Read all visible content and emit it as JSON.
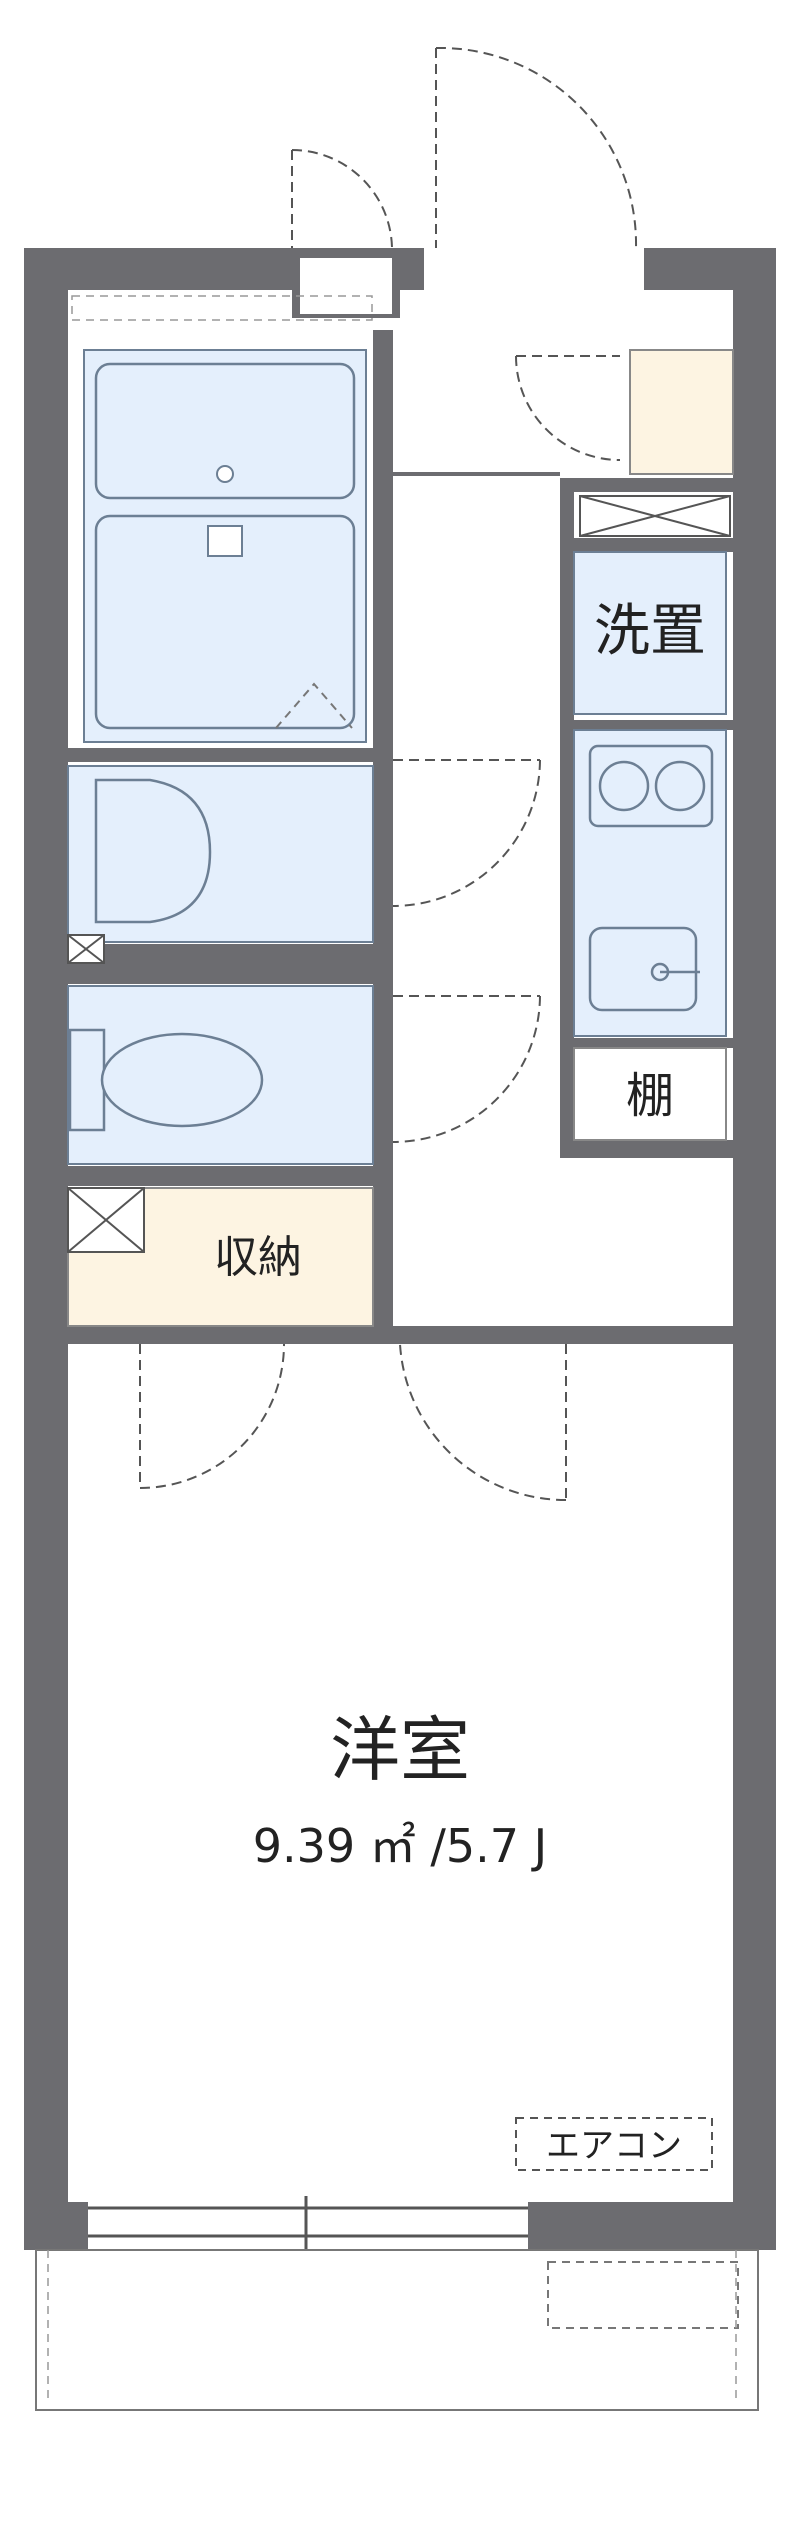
{
  "colors": {
    "wall": "#6c6c70",
    "floor": "#ffffff",
    "wet_area": "#e4effc",
    "storage": "#fdf4e2",
    "fixture_stroke": "#6c7f94",
    "door_dash": "#555555",
    "text": "#222222"
  },
  "rooms": {
    "western": {
      "name": "洋室",
      "area": "9.39 ㎡ /5.7 J"
    },
    "closet": {
      "name": "収納"
    },
    "laundry": {
      "name": "洗置"
    },
    "shelf": {
      "name": "棚"
    }
  },
  "fixtures": {
    "air_conditioner": {
      "label": "エアコン"
    }
  }
}
